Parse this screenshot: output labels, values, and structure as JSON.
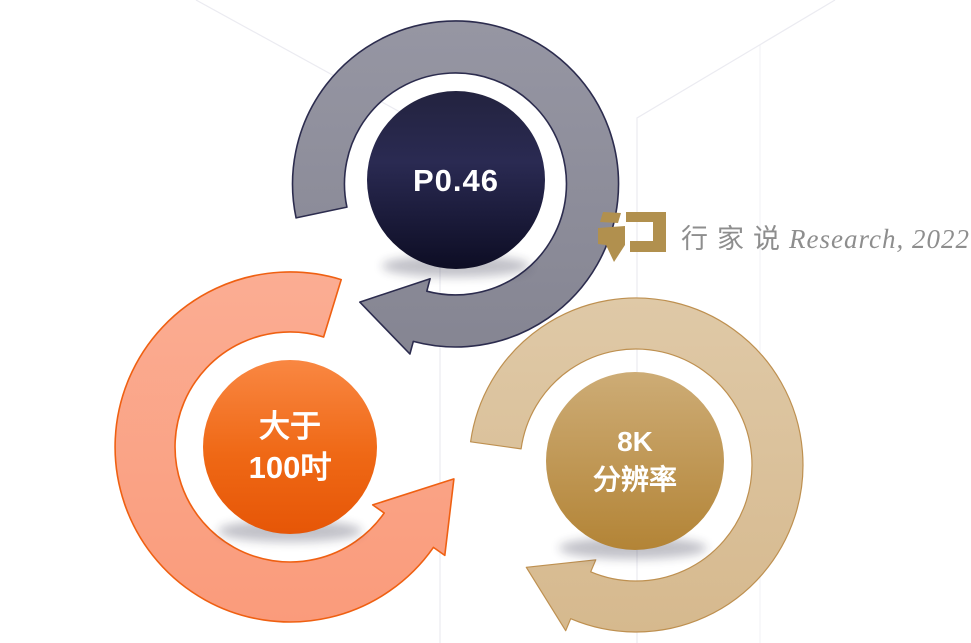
{
  "watermark": {
    "logo": "hangjiashuo-logo",
    "brand_cjk": "行家说",
    "brand_latin": "Research, 2022"
  },
  "diagram": {
    "type": "cycle",
    "nodes": [
      {
        "key": "pixel-pitch",
        "line1": "P0.46",
        "line2": ""
      },
      {
        "key": "screen-size",
        "line1": "大于",
        "line2": "100吋"
      },
      {
        "key": "resolution",
        "line1": "8K",
        "line2": "分辨率"
      }
    ]
  },
  "colors": {
    "gray-ring-top": "#9696A3",
    "gray-ring-bottom": "#858592",
    "gray-ring-stroke": "#2C2C4E",
    "salmon-ring-top": "#FBAD93",
    "salmon-ring-bottom": "#FA9B7B",
    "salmon-ring-stroke": "#EF6012",
    "tan-ring-top": "#DFC9A7",
    "tan-ring-bottom": "#D6B98E",
    "tan-ring-stroke": "#BE9050",
    "navy-top": "#23233F",
    "navy-mid": "#2A2A52",
    "navy-bottom": "#0D0D24",
    "orange-top": "#F98742",
    "orange-mid": "#EF6815",
    "orange-bottom": "#E65607",
    "gold-top": "#CDAC76",
    "gold-bottom": "#B38436",
    "logo-gold": "#B1904E",
    "watermark-text": "#8E8E8E",
    "bg-line": "#EBEBF1"
  }
}
